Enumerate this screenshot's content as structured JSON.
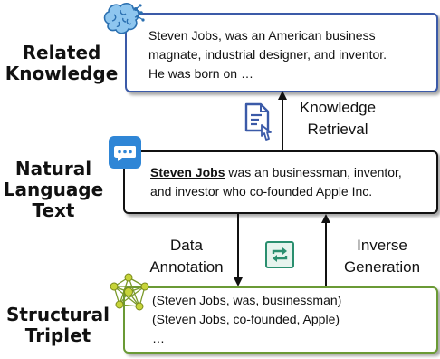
{
  "labels": {
    "related_knowledge": [
      "Related",
      "Knowledge"
    ],
    "natural_language_text": [
      "Natural",
      "Language",
      "Text"
    ],
    "structural_triplet": [
      "Structural",
      "Triplet"
    ]
  },
  "knowledge_box": {
    "lines": [
      "Steven Jobs, was an American business",
      "magnate, industrial designer, and inventor.",
      "He was born on …"
    ]
  },
  "text_box": {
    "entity": "Steven Jobs",
    "line1_rest": " was an businessman, inventor,",
    "line2": "and investor who co-founded Apple Inc."
  },
  "triplet_box": {
    "lines": [
      "(Steven Jobs, was, businessman)",
      "(Steven Jobs, co-founded, Apple)",
      "…"
    ]
  },
  "arrows": {
    "knowledge_retrieval": [
      "Knowledge",
      "Retrieval"
    ],
    "data_annotation": [
      "Data",
      "Annotation"
    ],
    "inverse_generation": [
      "Inverse",
      "Generation"
    ]
  },
  "icons": {
    "knowledge": "brain-network-icon",
    "retrieval": "document-click-icon",
    "text": "chat-bubble-icon",
    "cycle": "refresh-cycle-icon",
    "triplet": "graph-network-icon"
  },
  "colors": {
    "knowledge_border": "#3b5aa8",
    "text_border": "#111111",
    "triplet_border": "#6a9a35",
    "chat_icon": "#2f86d6",
    "cycle_icon": "#2a8f6f",
    "doc_icon": "#3b5aa8"
  }
}
